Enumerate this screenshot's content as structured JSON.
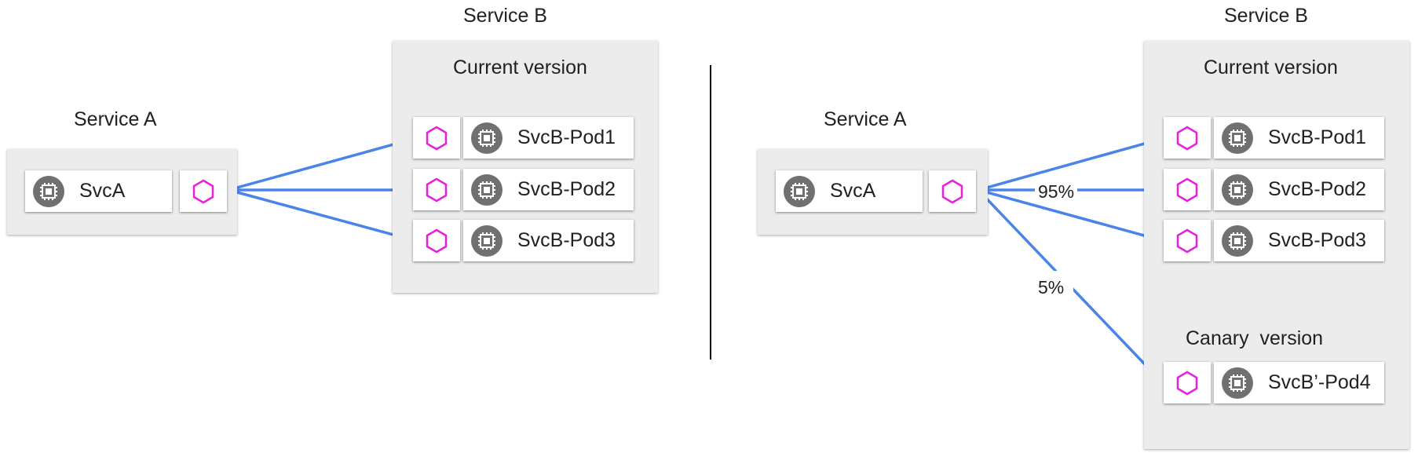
{
  "colors": {
    "arrow": "#4a84ea",
    "proxy_hexagon": "#e91fe0",
    "chip_circle": "#707070",
    "group_background": "#ececec",
    "divider": "#000000"
  },
  "icons": {
    "proxy": "hexagon-icon",
    "pod": "chip-icon"
  },
  "left": {
    "service_a": {
      "title": "Service A",
      "pod": "SvcA"
    },
    "service_b": {
      "title": "Service B",
      "current_version": "Current version",
      "pods": [
        "SvcB-Pod1",
        "SvcB-Pod2",
        "SvcB-Pod3"
      ]
    }
  },
  "right": {
    "service_a": {
      "title": "Service A",
      "pod": "SvcA"
    },
    "service_b": {
      "title": "Service B",
      "current_version": "Current version",
      "pods": [
        "SvcB-Pod1",
        "SvcB-Pod2",
        "SvcB-Pod3"
      ],
      "canary_version": "Canary  version",
      "canary_pod": "SvcB’-Pod4"
    },
    "traffic": {
      "current_pct": "95%",
      "canary_pct": "5%"
    }
  }
}
